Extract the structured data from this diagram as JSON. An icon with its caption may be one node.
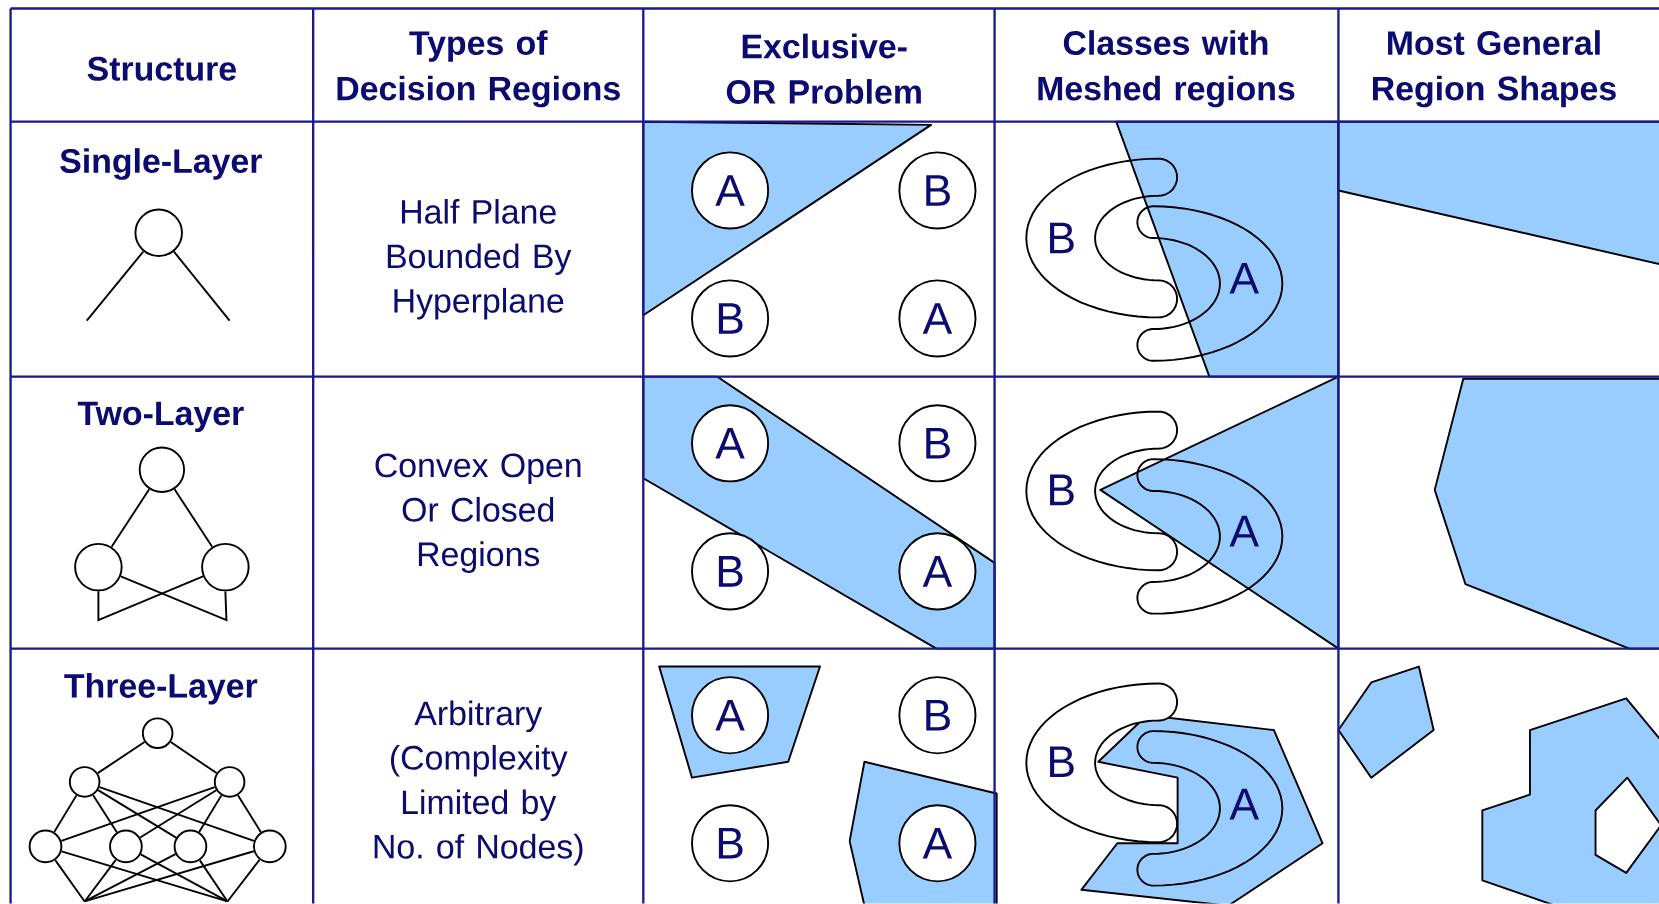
{
  "diagram": {
    "nodes": [
      {
        "text": [],
        "shape": "circle"
      },
      {
        "text": [],
        "shape": "circle"
      },
      {
        "text": [],
        "shape": "circle"
      },
      {
        "text": [],
        "shape": "circle"
      },
      {
        "text": [],
        "shape": "circle"
      },
      {
        "text": [],
        "shape": "circle"
      },
      {
        "text": [],
        "shape": "circle"
      },
      {
        "text": [],
        "shape": "circle"
      },
      {
        "text": [],
        "shape": "circle"
      },
      {
        "text": [],
        "shape": "circle"
      },
      {
        "text": [],
        "shape": "circle"
      },
      {
        "text": [
          "A"
        ]
      },
      {
        "text": [
          "B"
        ]
      },
      {
        "text": [
          "B"
        ]
      },
      {
        "text": [
          "A"
        ]
      },
      {
        "text": [
          "A"
        ]
      },
      {
        "text": [
          "B"
        ]
      },
      {
        "text": [
          "B"
        ]
      },
      {
        "text": [
          "A"
        ]
      },
      {
        "text": [
          "A"
        ]
      },
      {
        "text": [
          "B"
        ]
      },
      {
        "text": [
          "B"
        ]
      },
      {
        "text": [
          "A"
        ]
      }
    ],
    "edges": [
      {
        "from": 0,
        "to": null,
        "arrow": "none"
      },
      {
        "from": 0,
        "to": null,
        "arrow": "none"
      },
      {
        "from": 1,
        "to": 2,
        "arrow": "none"
      },
      {
        "from": 1,
        "to": 3,
        "arrow": "none"
      },
      {
        "from": 2,
        "to": 3,
        "arrow": "none"
      },
      {
        "from": 3,
        "to": 2,
        "arrow": "none"
      },
      {
        "from": 4,
        "to": 5,
        "arrow": "none"
      },
      {
        "from": 4,
        "to": 6,
        "arrow": "none"
      },
      {
        "from": 5,
        "to": 7,
        "arrow": "none"
      },
      {
        "from": 5,
        "to": 8,
        "arrow": "none"
      },
      {
        "from": 5,
        "to": 9,
        "arrow": "none"
      },
      {
        "from": 5,
        "to": 10,
        "arrow": "none"
      },
      {
        "from": 6,
        "to": 7,
        "arrow": "none"
      },
      {
        "from": 6,
        "to": 8,
        "arrow": "none"
      },
      {
        "from": 6,
        "to": 9,
        "arrow": "none"
      },
      {
        "from": 6,
        "to": 10,
        "arrow": "none"
      },
      {
        "from": 7,
        "to": null,
        "arrow": "none"
      },
      {
        "from": 7,
        "to": null,
        "arrow": "none"
      },
      {
        "from": 8,
        "to": null,
        "arrow": "none"
      },
      {
        "from": 8,
        "to": null,
        "arrow": "none"
      },
      {
        "from": 9,
        "to": null,
        "arrow": "none"
      },
      {
        "from": 9,
        "to": null,
        "arrow": "none"
      },
      {
        "from": 10,
        "to": null,
        "arrow": "none"
      },
      {
        "from": 10,
        "to": null,
        "arrow": "none"
      }
    ],
    "labels": [
      "Structure",
      "Types of Decision Regions",
      "Exclusive-OR Problem",
      "Classes with Meshed regions",
      "Most General Region Shapes",
      "Single-Layer",
      "Half Plane Bounded By Hyperplane",
      "B",
      "A",
      "Two-Layer",
      "Convex Open Or Closed Regions",
      "B",
      "A",
      "Three-Layer",
      "Arbitrary (Complexity Limited by No. of Nodes)",
      "B",
      "A"
    ]
  }
}
